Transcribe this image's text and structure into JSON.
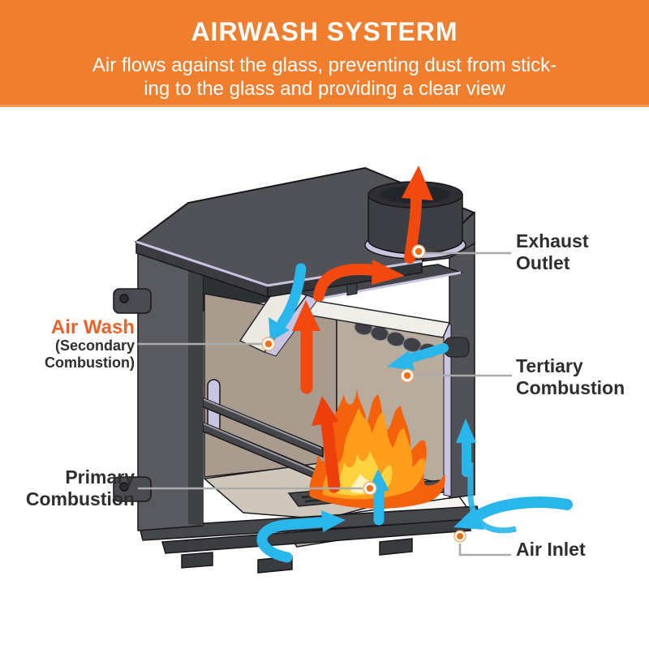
{
  "header": {
    "title": "AIRWASH SYSTERM",
    "subtitle_line1": "Air flows against the glass, preventing dust from stick-",
    "subtitle_line2": "ing to the glass and providing a clear view"
  },
  "callouts": {
    "exhaust_outlet": {
      "line1": "Exhaust",
      "line2": "Outlet"
    },
    "air_wash": {
      "title": "Air Wash",
      "sub_line1": "(Secondary",
      "sub_line2": "Combustion)"
    },
    "tertiary_combustion": {
      "line1": "Tertiary",
      "line2": "Combustion"
    },
    "primary_combustion": {
      "line1": "Primary",
      "line2": "Combustion"
    },
    "air_inlet": {
      "label": "Air Inlet"
    }
  },
  "colors": {
    "header_bg": "#EF7E2E",
    "header_text": "#FFFFFF",
    "air_wash_accent": "#E8632C",
    "label_text": "#2E2E2E",
    "hot_flow_arrow": "#F1490F",
    "cold_flow_arrow": "#29B6EA",
    "callout_dot": "#EE7118",
    "leader_line": "#ABABAB",
    "stove_body": "#55565B",
    "firebrick": "#B1A496",
    "liner_accent": "#C9C4E2",
    "flame_outer": "#F3610D",
    "flame_inner": "#FFD23F"
  }
}
